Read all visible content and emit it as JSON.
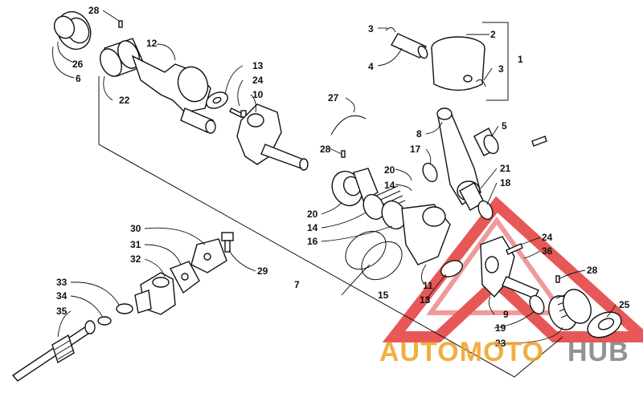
{
  "callouts": [
    "28",
    "26",
    "6",
    "22",
    "12",
    "13",
    "24",
    "10",
    "2",
    "3",
    "4",
    "3",
    "1",
    "27",
    "28",
    "8",
    "5",
    "17",
    "20",
    "14",
    "21",
    "18",
    "20",
    "14",
    "16",
    "24",
    "36",
    "11",
    "13",
    "28",
    "9",
    "19",
    "23",
    "25",
    "30",
    "31",
    "32",
    "29",
    "7",
    "15",
    "33",
    "34",
    "35"
  ],
  "watermark": {
    "part1": "AUTOMOTO",
    "part2": "HUB",
    "color_orange": "#f0a020",
    "color_gray": "#808080",
    "color_red": "#e02020"
  }
}
